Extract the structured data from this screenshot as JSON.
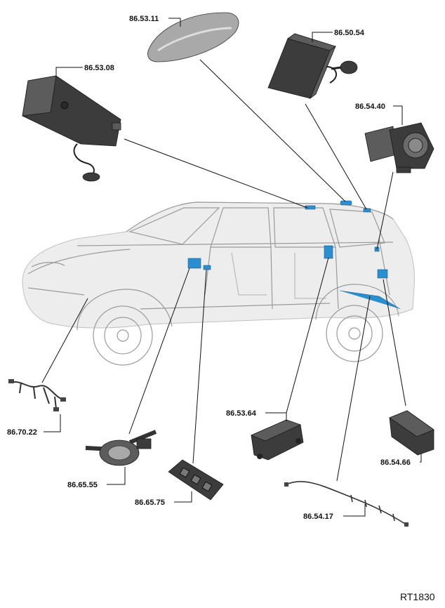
{
  "figure_ref": "RT1830",
  "callouts": [
    {
      "id": "c1",
      "label": "86.53.11"
    },
    {
      "id": "c2",
      "label": "86.50.54"
    },
    {
      "id": "c3",
      "label": "86.53.08"
    },
    {
      "id": "c4",
      "label": "86.54.40"
    },
    {
      "id": "c5",
      "label": "86.53.64"
    },
    {
      "id": "c6",
      "label": "86.70.22"
    },
    {
      "id": "c7",
      "label": "86.54.66"
    },
    {
      "id": "c8",
      "label": "86.65.55"
    },
    {
      "id": "c9",
      "label": "86.65.75"
    },
    {
      "id": "c10",
      "label": "86.54.17"
    }
  ],
  "colors": {
    "highlight": "#2a8fd0",
    "component": "#3c3c3c",
    "vehicle": "#e6e6e6"
  }
}
